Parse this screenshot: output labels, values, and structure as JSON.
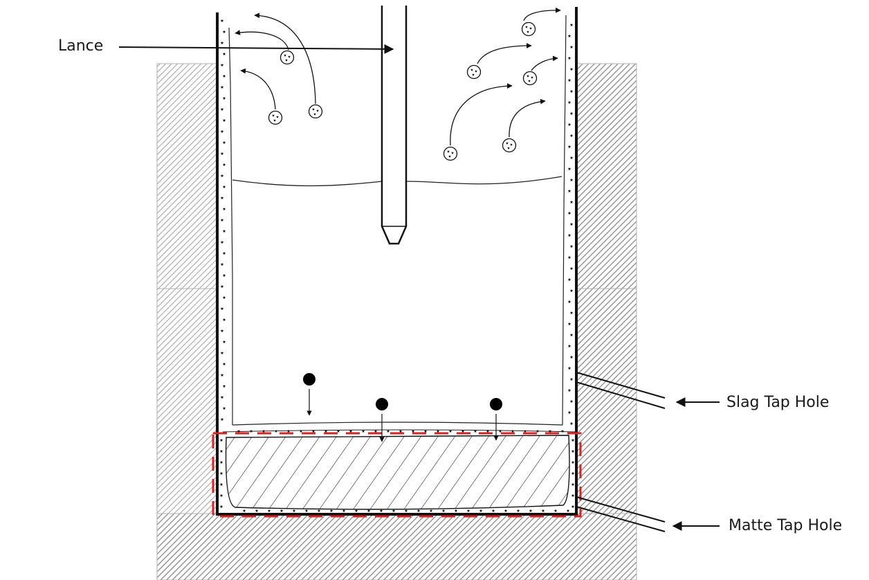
{
  "labels": {
    "lance": "Lance",
    "slag_tap_hole": "Slag Tap Hole",
    "matte_tap_hole": "Matte Tap Hole"
  },
  "colors": {
    "stroke": "#111111",
    "hatch": "#8a8a8a",
    "highlight": "#e02020"
  }
}
